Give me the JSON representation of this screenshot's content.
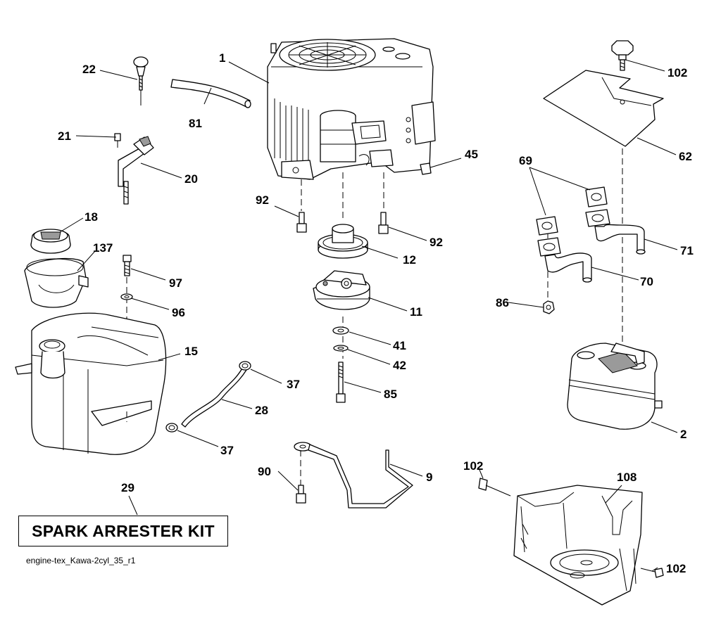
{
  "diagram": {
    "kit_box_label": "SPARK ARRESTER KIT",
    "caption": "engine-tex_Kawa-2cyl_35_r1",
    "callouts": {
      "c1": "1",
      "c2": "2",
      "c9": "9",
      "c11": "11",
      "c12": "12",
      "c15": "15",
      "c18": "18",
      "c20": "20",
      "c21": "21",
      "c22": "22",
      "c28": "28",
      "c29": "29",
      "c37a": "37",
      "c37b": "37",
      "c41": "41",
      "c42": "42",
      "c45": "45",
      "c62": "62",
      "c69": "69",
      "c70": "70",
      "c71": "71",
      "c81": "81",
      "c85": "85",
      "c86": "86",
      "c90": "90",
      "c92a": "92",
      "c92b": "92",
      "c96": "96",
      "c97": "97",
      "c102a": "102",
      "c102b": "102",
      "c102c": "102",
      "c108": "108",
      "c137": "137"
    }
  }
}
